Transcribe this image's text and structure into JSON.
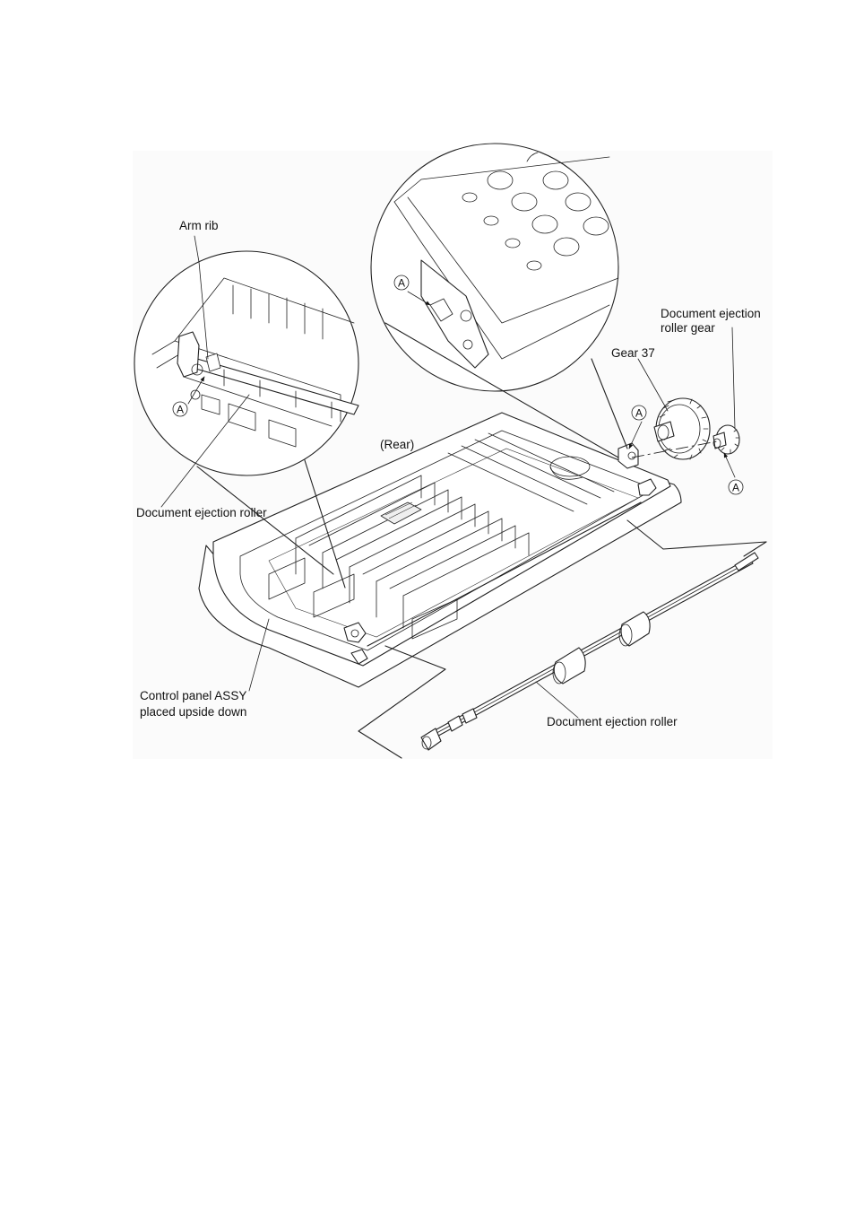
{
  "labels": {
    "arm_rib": "Arm rib",
    "doc_roller_inset": "Document ejection roller",
    "rear": "(Rear)",
    "gear_37": "Gear 37",
    "roller_gear_line1": "Document ejection",
    "roller_gear_line2": "roller gear",
    "panel_line1": "Control panel ASSY",
    "panel_line2": "placed upside down",
    "doc_roller_main": "Document ejection roller"
  },
  "markers": {
    "a": "A"
  }
}
